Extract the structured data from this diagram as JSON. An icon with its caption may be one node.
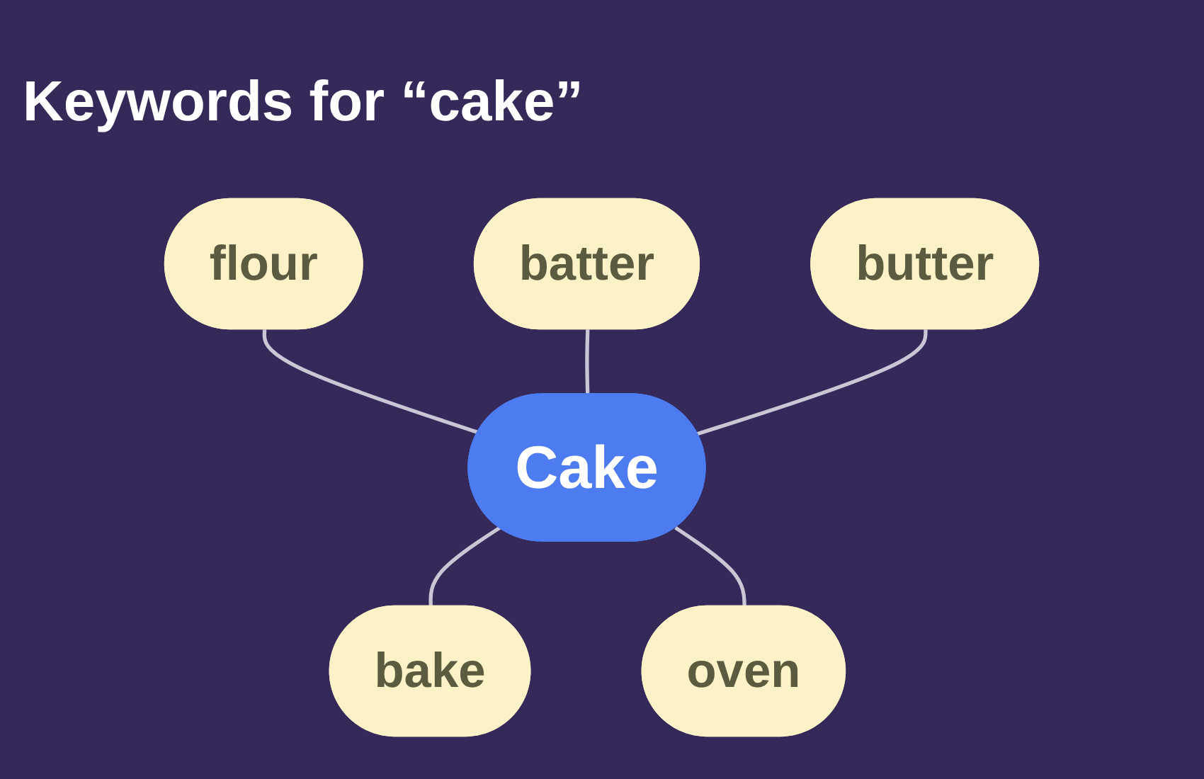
{
  "diagram": {
    "title": "Keywords for “cake”",
    "nodes": [
      {
        "text": [
          "flour"
        ]
      },
      {
        "text": [
          "batter"
        ]
      },
      {
        "text": [
          "butter"
        ]
      },
      {
        "text": [
          "Cake"
        ]
      },
      {
        "text": [
          "bake"
        ]
      },
      {
        "text": [
          "oven"
        ]
      }
    ],
    "edges": [
      {
        "from": 0,
        "to": 3,
        "arrow": "none"
      },
      {
        "from": 1,
        "to": 3,
        "arrow": "none"
      },
      {
        "from": 2,
        "to": 3,
        "arrow": "none"
      },
      {
        "from": 3,
        "to": 4,
        "arrow": "none"
      },
      {
        "from": 3,
        "to": 5,
        "arrow": "none"
      }
    ]
  }
}
